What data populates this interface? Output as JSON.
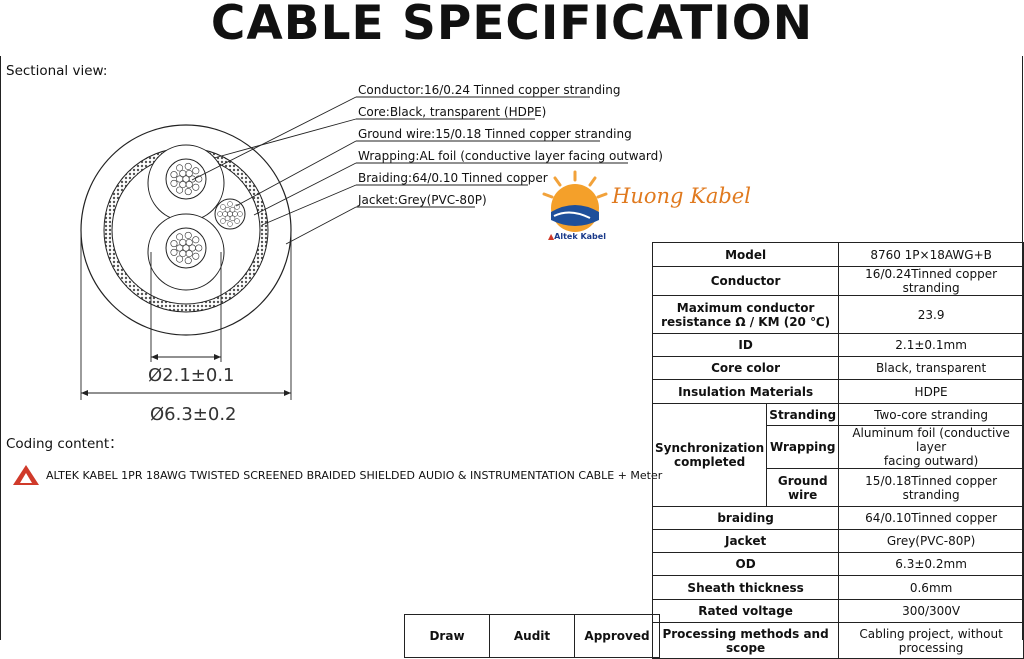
{
  "title": "CABLE SPECIFICATION",
  "sectional_view_label": "Sectional view:",
  "coding_content_label": "Coding content：",
  "coding_line": "ALTEK KABEL 1PR 18AWG TWISTED SCREENED BRAIDED SHIELDED AUDIO & INSTRUMENTATION CABLE + Meter",
  "callouts": [
    "Conductor:16/0.24 Tinned copper stranding",
    "Core:Black, transparent  (HDPE)",
    "Ground wire:15/0.18 Tinned copper stranding",
    "Wrapping:AL foil (conductive layer facing outward)",
    "Braiding:64/0.10 Tinned copper",
    "Jacket:Grey(PVC-80P)"
  ],
  "dims": {
    "inner": "Ø2.1±0.1",
    "outer": "Ø6.3±0.2"
  },
  "brand": {
    "name": "Huong Kabel",
    "small": "Altek Kabel"
  },
  "spec": {
    "model_label": "Model",
    "model": "8760 1P×18AWG+B",
    "conductor_label": "Conductor",
    "conductor": "16/0.24Tinned copper stranding",
    "resistance_label_1": "Maximum conductor",
    "resistance_label_2": "resistance Ω / KM (20 ℃)",
    "resistance": "23.9",
    "id_label": "ID",
    "id": "2.1±0.1mm",
    "core_color_label": "Core color",
    "core_color": "Black, transparent",
    "insulation_label": "Insulation Materials",
    "insulation": "HDPE",
    "sync_label_1": "Synchronization",
    "sync_label_2": "completed",
    "stranding_label": "Stranding",
    "stranding": "Two-core stranding",
    "wrapping_label": "Wrapping",
    "wrapping_1": "Aluminum foil (conductive layer",
    "wrapping_2": "facing outward)",
    "ground_label_1": "Ground",
    "ground_label_2": "wire",
    "ground": "15/0.18Tinned copper stranding",
    "braiding_label": "braiding",
    "braiding": "64/0.10Tinned copper",
    "jacket_label": "Jacket",
    "jacket": "Grey(PVC-80P)",
    "od_label": "OD",
    "od": "6.3±0.2mm",
    "sheath_label": "Sheath thickness",
    "sheath": "0.6mm",
    "voltage_label": "Rated voltage",
    "voltage": "300/300V",
    "processing_label": "Processing methods and scope",
    "processing": "Cabling project, without processing"
  },
  "footer": {
    "draw": "Draw",
    "audit": "Audit",
    "approved": "Approved"
  },
  "colors": {
    "brand_orange": "#e07a1f",
    "brand_blue": "#1a3a8a",
    "logo_red": "#d03a2a"
  }
}
